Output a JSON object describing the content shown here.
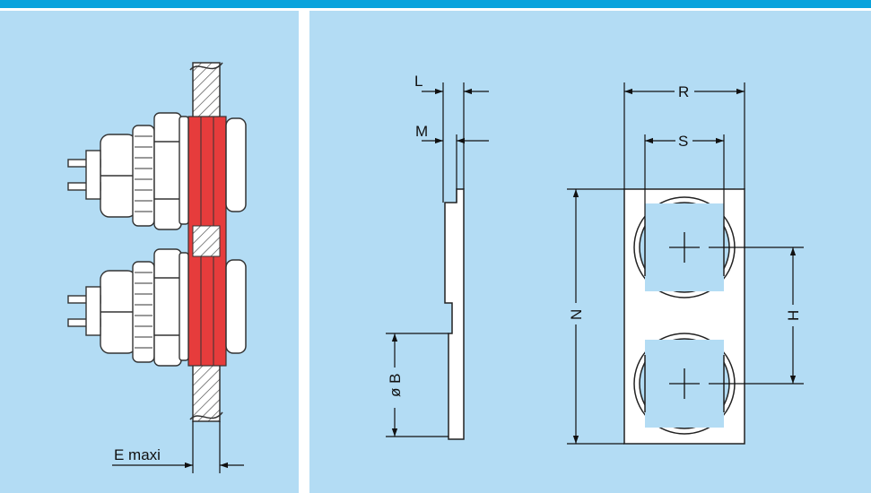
{
  "labels": {
    "e_maxi": "E maxi",
    "l": "L",
    "m": "M",
    "b": "ø B",
    "r": "R",
    "s": "S",
    "n": "N",
    "h": "H"
  },
  "colors": {
    "header_bar": "#0aa3dc",
    "panel_background": "#b3dcf4",
    "gasket_red": "#e63c3c",
    "part_fill": "#ffffff",
    "line": "#1a1a1a"
  }
}
